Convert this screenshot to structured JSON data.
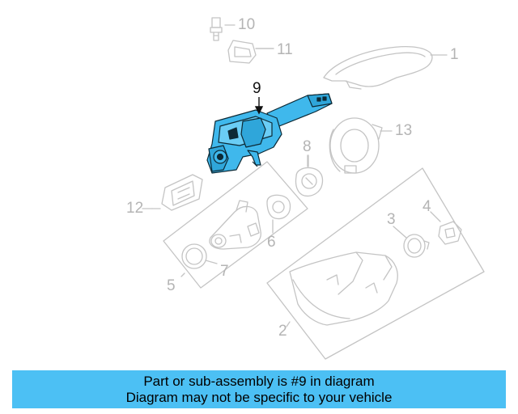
{
  "diagram": {
    "callouts": [
      {
        "id": "1",
        "label": "1"
      },
      {
        "id": "2",
        "label": "2"
      },
      {
        "id": "3",
        "label": "3"
      },
      {
        "id": "4",
        "label": "4"
      },
      {
        "id": "5",
        "label": "5"
      },
      {
        "id": "6",
        "label": "6"
      },
      {
        "id": "7",
        "label": "7"
      },
      {
        "id": "8",
        "label": "8"
      },
      {
        "id": "9",
        "label": "9"
      },
      {
        "id": "10",
        "label": "10"
      },
      {
        "id": "11",
        "label": "11"
      },
      {
        "id": "12",
        "label": "12"
      },
      {
        "id": "13",
        "label": "13"
      }
    ],
    "highlighted_part": "9",
    "colors": {
      "part_line": "#c4c4c4",
      "highlight_fill": "#3fb8ec",
      "highlight_stroke": "#0d2a36",
      "banner": "#4cc0f4"
    }
  },
  "banner": {
    "line1": "Part or sub-assembly is #9 in diagram",
    "line2": "Diagram may not be specific to your vehicle"
  }
}
